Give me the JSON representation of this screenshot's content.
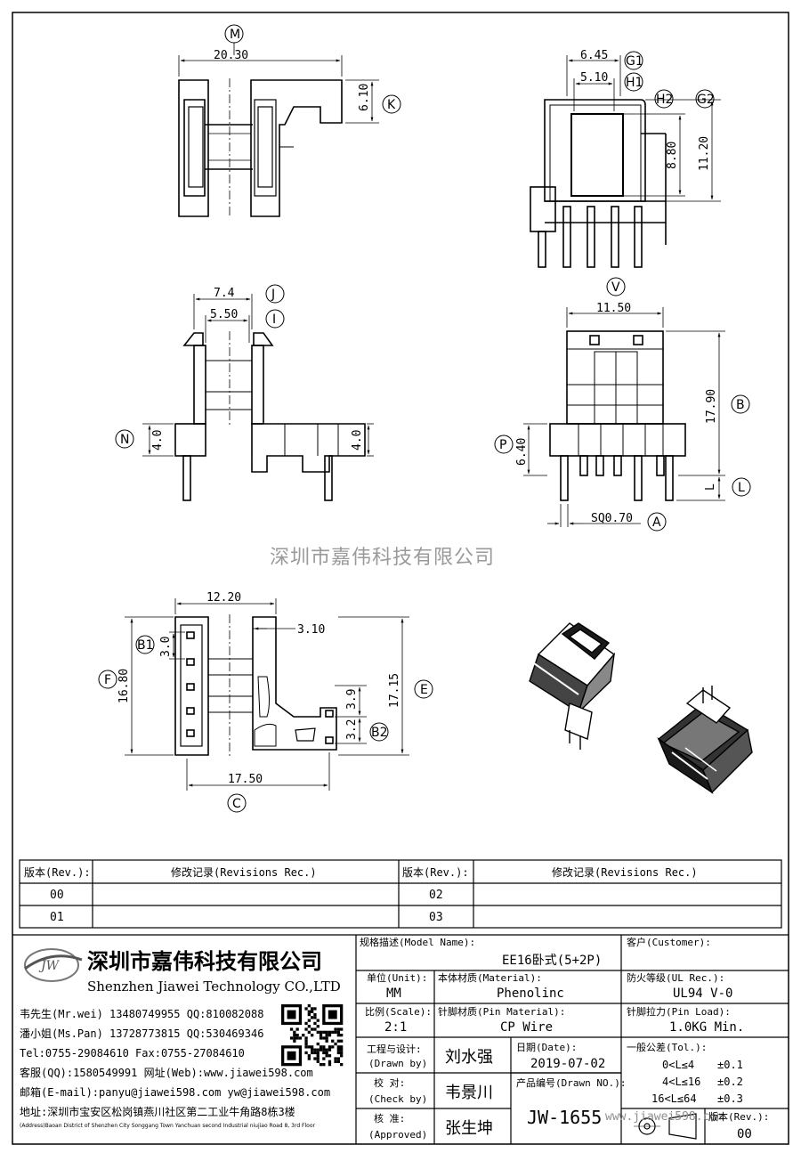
{
  "views": {
    "top": {
      "dim_M": "20.30",
      "dim_K": "6.10",
      "circle_M": "M",
      "circle_K": "K"
    },
    "side_right": {
      "dim_G1": "6.45",
      "dim_H1": "5.10",
      "dim_H2": "8.80",
      "dim_G2": "11.20",
      "circle_G1": "G1",
      "circle_H1": "H1",
      "circle_H2": "H2",
      "circle_G2": "G2"
    },
    "front": {
      "dim_J": "7.4",
      "dim_I": "5.50",
      "dim_N_left": "4.0",
      "dim_N_right": "4.0",
      "circle_J": "J",
      "circle_I": "I",
      "circle_N": "N"
    },
    "end": {
      "dim_V": "11.50",
      "dim_B": "17.90",
      "dim_P": "6.40",
      "dim_A": "SQ0.70",
      "dim_L": "L",
      "circle_V": "V",
      "circle_B": "B",
      "circle_P": "P",
      "circle_A": "A",
      "circle_L": "L"
    },
    "bottom": {
      "dim_top": "12.20",
      "dim_310": "3.10",
      "dim_B1": "3.0",
      "dim_F": "16.80",
      "dim_E": "17.15",
      "dim_39": "3.9",
      "dim_32": "3.2",
      "dim_C": "17.50",
      "circle_B1": "B1",
      "circle_F": "F",
      "circle_E": "E",
      "circle_B2": "B2",
      "circle_C": "C"
    }
  },
  "watermark": "深圳市嘉伟科技有限公司",
  "revisions": {
    "headers": [
      "版本(Rev.):",
      "修改记录(Revisions Rec.)",
      "版本(Rev.):",
      "修改记录(Revisions Rec.)"
    ],
    "rows": [
      [
        "00",
        "",
        "02",
        ""
      ],
      [
        "01",
        "",
        "03",
        ""
      ]
    ]
  },
  "company": {
    "logo_text": "JW",
    "name_cn": "深圳市嘉伟科技有限公司",
    "name_en": "Shenzhen Jiawei Technology CO.,LTD",
    "contacts": [
      "韦先生(Mr.wei) 13480749955 QQ:810082088",
      "潘小姐(Ms.Pan) 13728773815 QQ:530469346",
      "Tel:0755-29084610      Fax:0755-27084610",
      "客服(QQ):1580549991   网址(Web):www.jiawei598.com",
      "邮箱(E-mail):panyu@jiawei598.com  yw@jiawei598.com",
      "地址:深圳市宝安区松岗镇燕川社区第二工业牛角路8栋3楼"
    ],
    "address_en": "(Address)Baoan District of Shenzhen City Songgang Town Yanchuan  second Industrial niujiao Road 8, 3rd Floor"
  },
  "spec": {
    "model_label": "规格描述(Model Name):",
    "model_value": "EE16卧式(5+2P)",
    "customer_label": "客户(Customer):",
    "customer_value": "",
    "unit_label": "单位(Unit):",
    "unit_value": "MM",
    "material_label": "本体材质(Material):",
    "material_value": "Phenolinc",
    "ul_label": "防火等级(UL Rec.):",
    "ul_value": "UL94 V-0",
    "scale_label": "比例(Scale):",
    "scale_value": "2:1",
    "pin_material_label": "针脚材质(Pin Material):",
    "pin_material_value": "CP Wire",
    "pin_load_label": "针脚拉力(Pin Load):",
    "pin_load_value": "1.0KG Min.",
    "drawn_label": "工程与设计:",
    "drawn_label_en": "(Drawn by)",
    "drawn_value": "刘水强",
    "date_label": "日期(Date):",
    "date_value": "2019-07-02",
    "tol_label": "一般公差(Tol.):",
    "tol_rows": [
      [
        "0<L≤4",
        "±0.1"
      ],
      [
        "4<L≤16",
        "±0.2"
      ],
      [
        "16<L≤64",
        "±0.3"
      ]
    ],
    "check_label": "校  对:",
    "check_label_en": "(Check by)",
    "check_value": "韦景川",
    "drawn_no_label": "产品编号(Drawn NO.):",
    "drawn_no_value": "JW-1655",
    "approved_label": "核  准:",
    "approved_label_en": "(Approved)",
    "approved_value": "张生坤",
    "rev_label": "版本(Rev.):",
    "rev_value": "00",
    "site_overlay": "www.jiawei598.com"
  }
}
